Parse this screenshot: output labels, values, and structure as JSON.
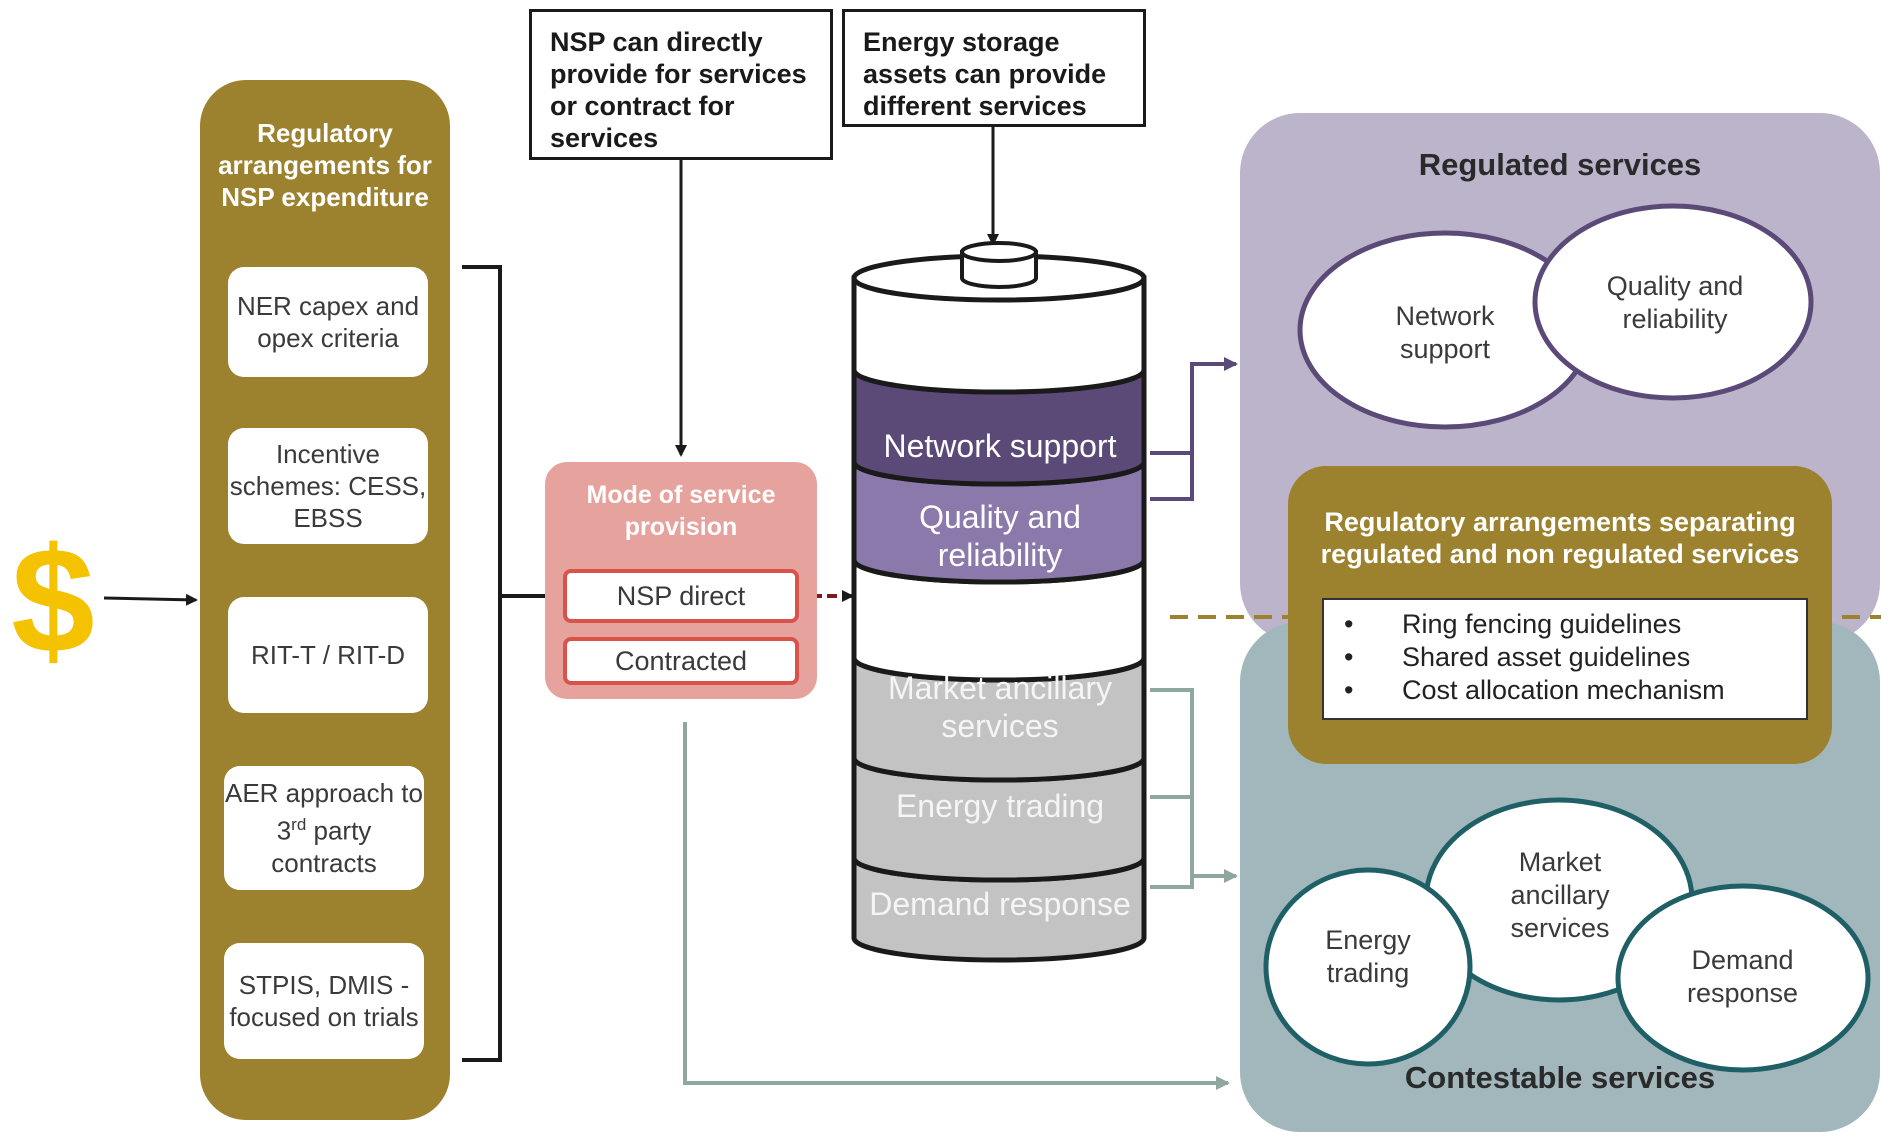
{
  "left_column": {
    "title": "Regulatory arrangements for NSP expenditure",
    "items": [
      "NER capex and opex criteria",
      "Incentive schemes: CESS, EBSS",
      "RIT-T / RIT-D",
      "AER approach to 3rd party contracts",
      "STPIS, DMIS - focused on trials"
    ],
    "item4_parts": {
      "pre": "AER approach to 3",
      "sup": "rd",
      "post": " party contracts"
    }
  },
  "dollar_symbol": "$",
  "callouts": {
    "nsp": "NSP can directly provide for services or contract for services",
    "storage": "Energy storage assets can provide different services"
  },
  "mode": {
    "title": "Mode of service provision",
    "options": [
      "NSP direct",
      "Contracted"
    ]
  },
  "cylinder": {
    "segments": [
      {
        "label": "Network support",
        "color": "#5b4a78",
        "text_color": "#ffffff"
      },
      {
        "label": "Quality and reliability",
        "color": "#8c79ab",
        "text_color": "#ffffff"
      },
      {
        "label": "",
        "color": "#ffffff",
        "text_color": "#ffffff"
      },
      {
        "label": "Market ancillary services",
        "color": "#c3c3c3",
        "text_color": "#f5f5f5"
      },
      {
        "label": "Energy trading",
        "color": "#c3c3c3",
        "text_color": "#f5f5f5"
      },
      {
        "label": "Demand response",
        "color": "#c3c3c3",
        "text_color": "#f5f5f5"
      }
    ]
  },
  "regulated": {
    "title": "Regulated services",
    "bubbles": [
      "Network support",
      "Quality and reliability"
    ]
  },
  "separation": {
    "title": "Regulatory arrangements separating regulated and non regulated services",
    "items": [
      "Ring fencing guidelines",
      "Shared asset guidelines",
      "Cost allocation mechanism"
    ],
    "bullet": "•"
  },
  "contestable": {
    "title": "Contestable services",
    "bubbles": [
      "Energy trading",
      "Market ancillary services",
      "Demand response"
    ]
  },
  "colors": {
    "gold": "#9c822e",
    "dark_purple": "#5b4a78",
    "light_purple": "#8c79ab",
    "regulated_panel": "#bcb4ca",
    "contestable_panel": "#a1b7bc",
    "mode_pink": "#e6a39d",
    "mode_red": "#d9534a",
    "dollar_yellow": "#f5c200",
    "grey_green_arrow": "#8fa79e"
  }
}
